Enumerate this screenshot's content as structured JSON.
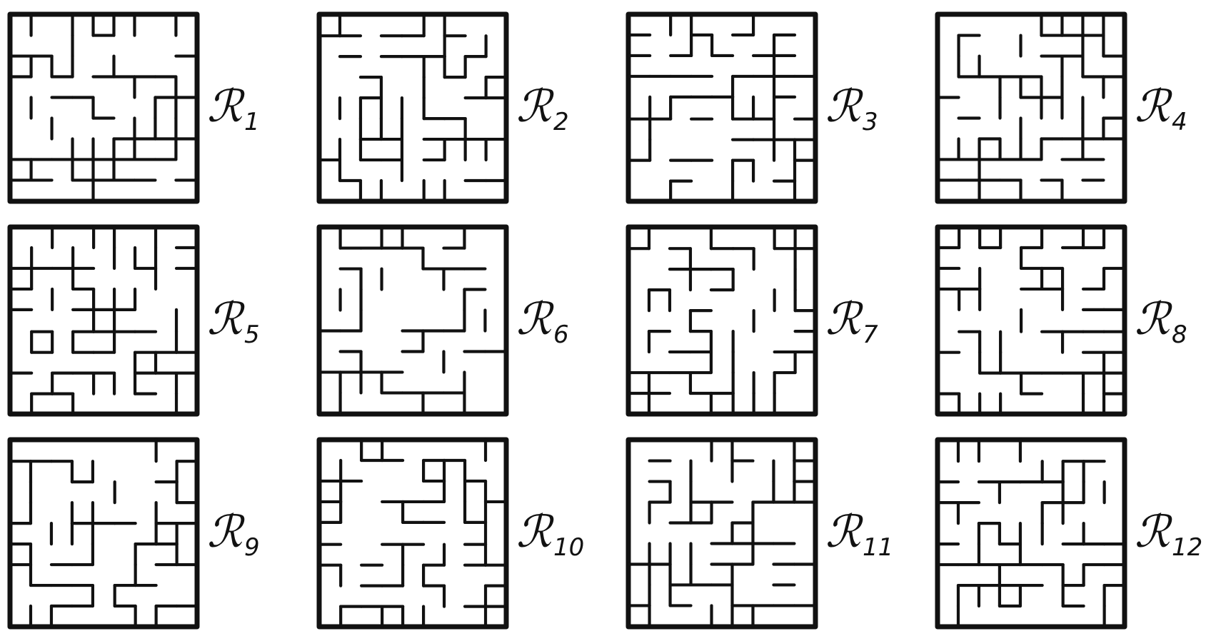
{
  "figure": {
    "tilings": [
      {
        "letter": "ℛ",
        "index": "1"
      },
      {
        "letter": "ℛ",
        "index": "2"
      },
      {
        "letter": "ℛ",
        "index": "3"
      },
      {
        "letter": "ℛ",
        "index": "4"
      },
      {
        "letter": "ℛ",
        "index": "5"
      },
      {
        "letter": "ℛ",
        "index": "6"
      },
      {
        "letter": "ℛ",
        "index": "7"
      },
      {
        "letter": "ℛ",
        "index": "8"
      },
      {
        "letter": "ℛ",
        "index": "9"
      },
      {
        "letter": "ℛ",
        "index": "10"
      },
      {
        "letter": "ℛ",
        "index": "11"
      },
      {
        "letter": "ℛ",
        "index": "12"
      }
    ],
    "grid_columns": 4,
    "grid_rows": 3,
    "ink_color": "#111111",
    "background_color": "#ffffff"
  }
}
